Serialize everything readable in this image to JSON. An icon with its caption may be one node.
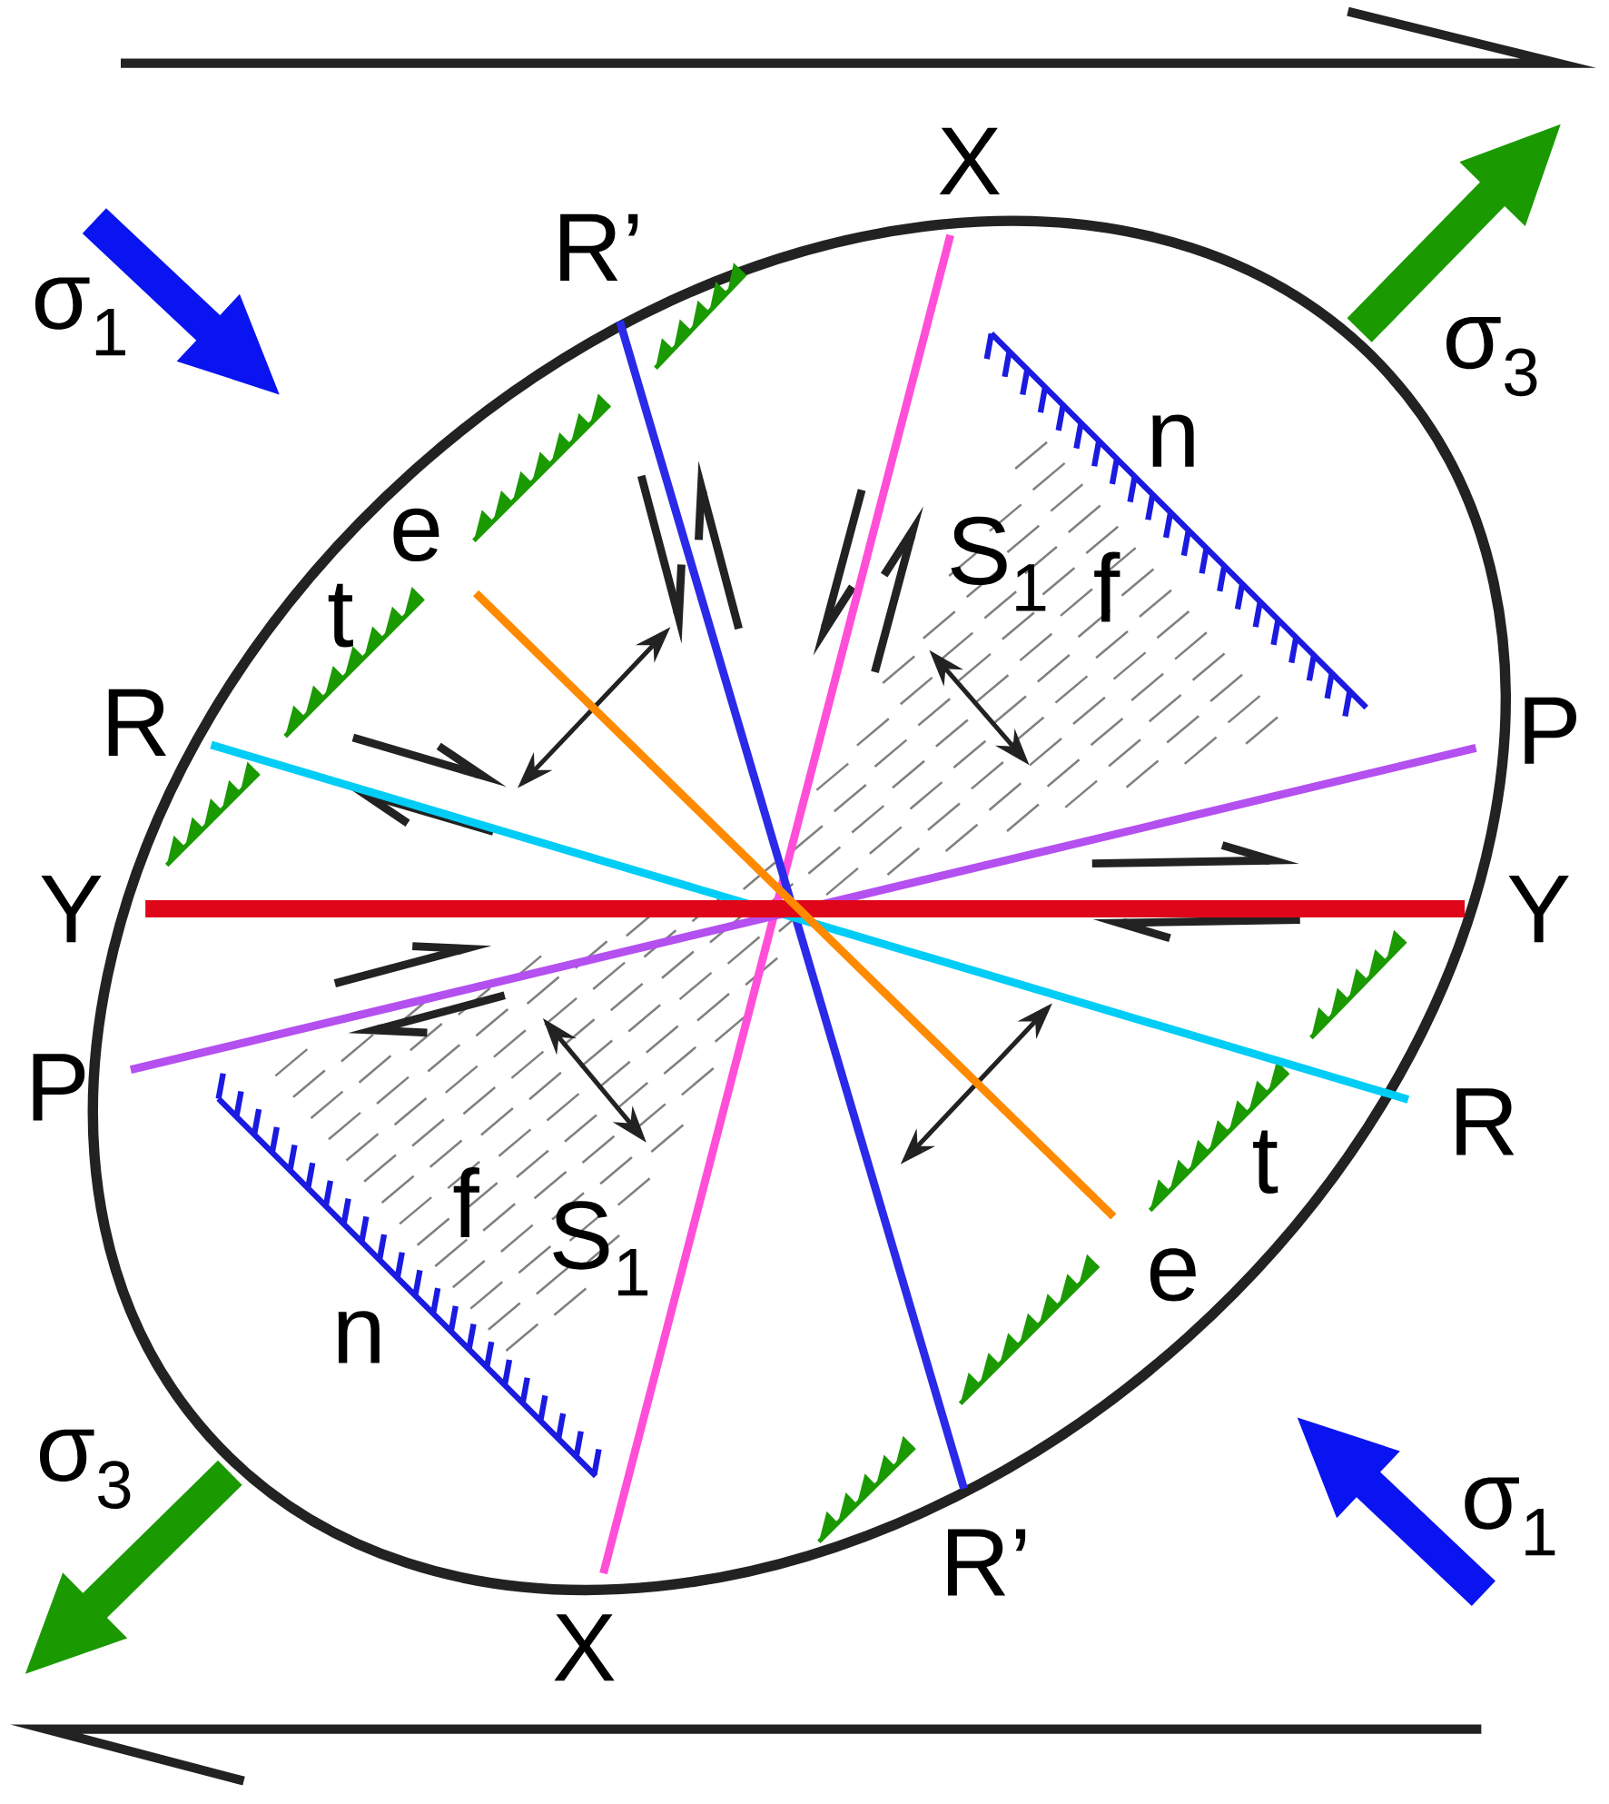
{
  "diagram": {
    "nodes": [
      {
        "text": [
          "X"
        ]
      },
      {
        "text": [
          "X"
        ]
      },
      {
        "text": [
          "R’"
        ]
      },
      {
        "text": [
          "R’"
        ]
      },
      {
        "text": [
          "R"
        ]
      },
      {
        "text": [
          "R"
        ]
      },
      {
        "text": [
          "P"
        ]
      },
      {
        "text": [
          "P"
        ]
      },
      {
        "text": [
          "Y"
        ]
      },
      {
        "text": [
          "Y"
        ]
      },
      {
        "text": [
          "e"
        ]
      },
      {
        "text": [
          "e"
        ]
      }
    ],
    "edges": [
      {
        "from": 0,
        "to": 1,
        "arrow": "none",
        "color": "#ff4fd8"
      },
      {
        "from": 2,
        "to": 3,
        "arrow": "none",
        "color": "#2a2ae8"
      },
      {
        "from": 4,
        "to": 5,
        "arrow": "none",
        "color": "#00cdf5"
      },
      {
        "from": 6,
        "to": 7,
        "arrow": "none",
        "color": "#b44ff0"
      },
      {
        "from": 8,
        "to": 9,
        "arrow": "none",
        "style": "thick",
        "color": "#e0061a"
      },
      {
        "from": 10,
        "to": 11,
        "arrow": "none",
        "color": "#ff8a00"
      }
    ],
    "labels": [
      "σ$_{1}$",
      "σ$_{3}$",
      "n",
      "S$_{1}$",
      "f",
      "t",
      "t",
      "f",
      "S$_{1}$",
      "n",
      "σ$_{3}$",
      "σ$_{1}$"
    ]
  }
}
